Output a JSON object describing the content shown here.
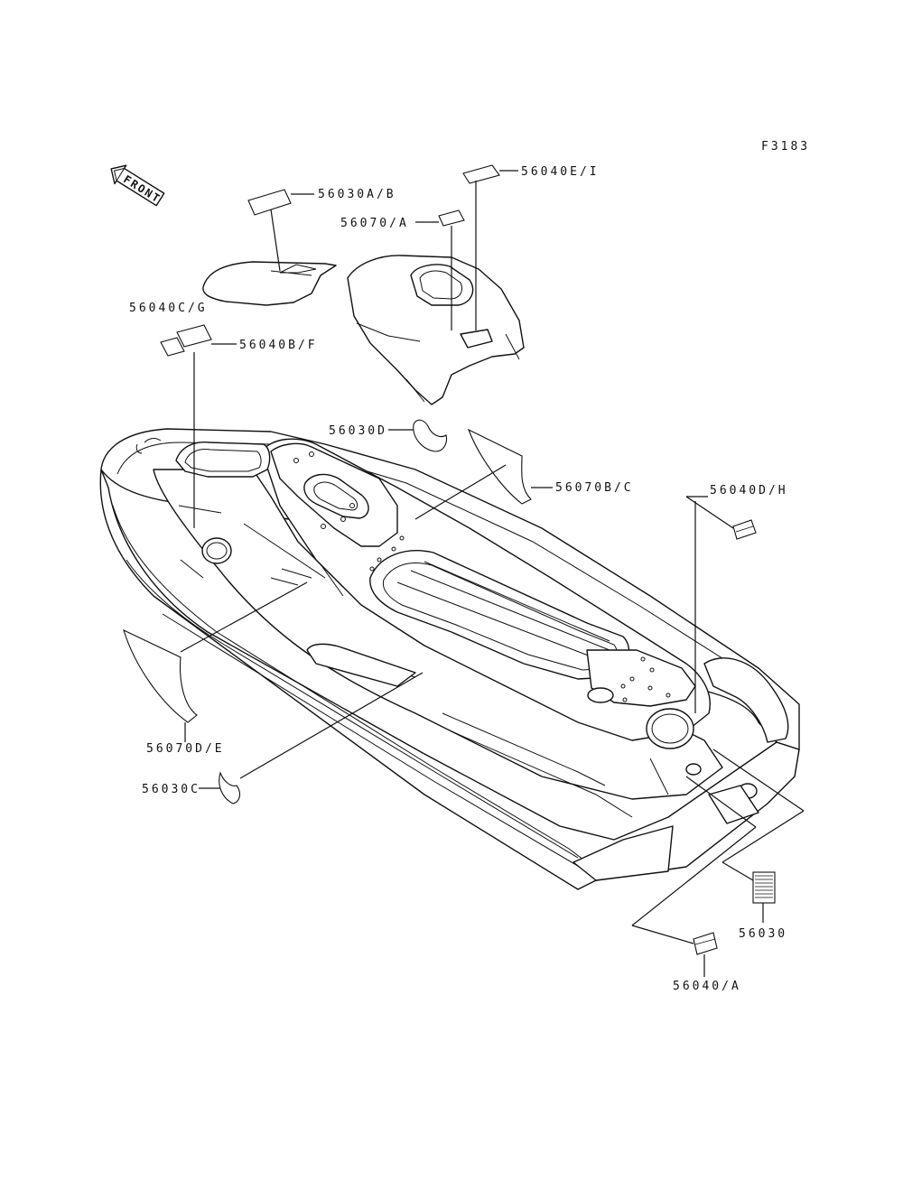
{
  "figure_code": "F3183",
  "front_arrow_text": "FRONT",
  "labels": {
    "l_56040EI": "56040E/I",
    "l_56030AB": "56030A/B",
    "l_56070A": "56070/A",
    "l_56040CG": "56040C/G",
    "l_56040BF": "56040B/F",
    "l_56030D": "56030D",
    "l_56070BC": "56070B/C",
    "l_56040DH": "56040D/H",
    "l_56070DE": "56070D/E",
    "l_56030C": "56030C",
    "l_56030": "56030",
    "l_56040A": "56040/A"
  }
}
